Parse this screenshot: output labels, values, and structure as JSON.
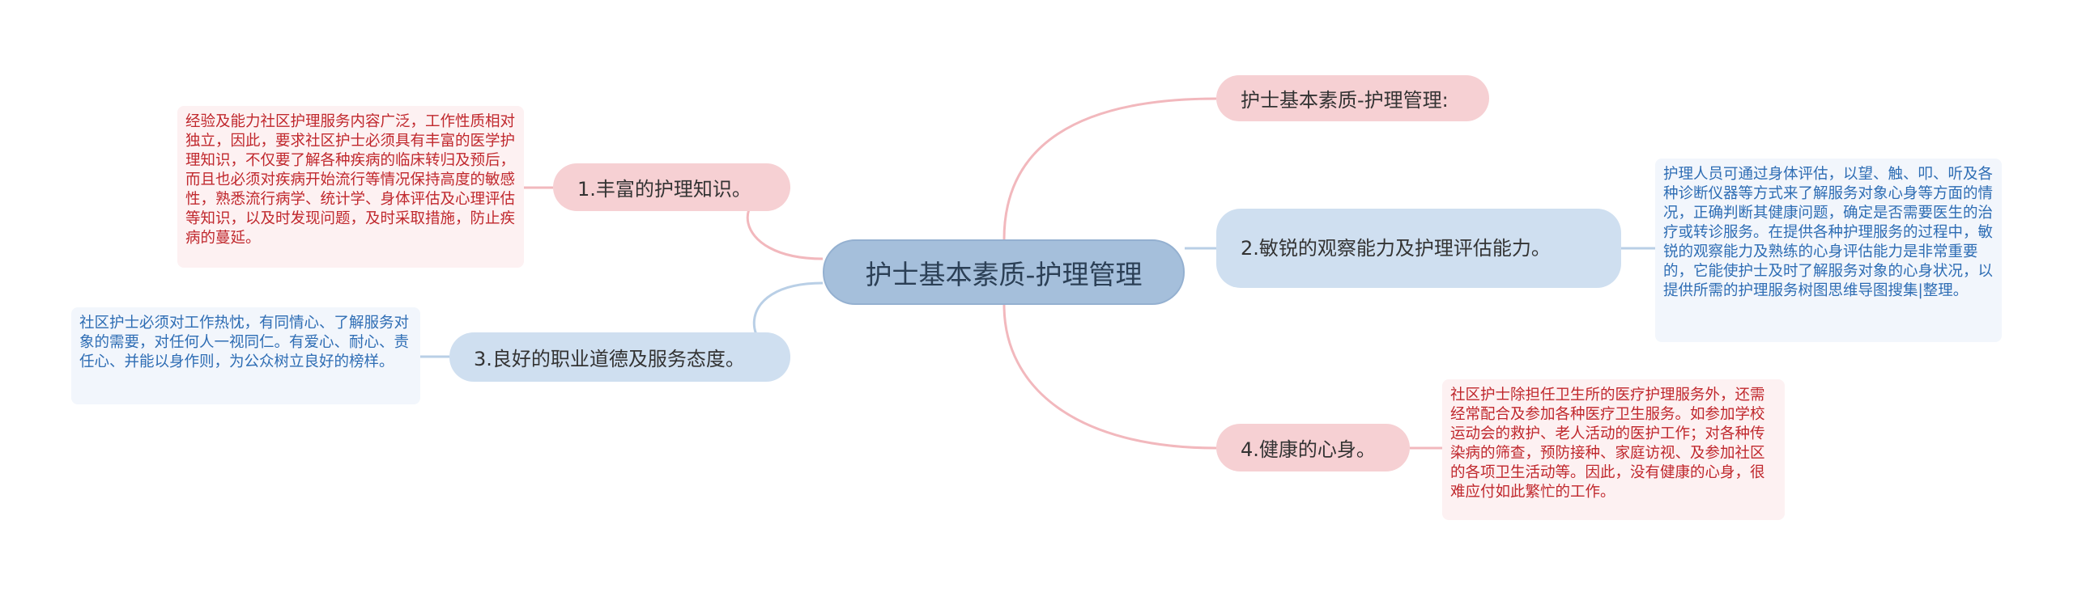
{
  "center": {
    "label": "护士基本素质-护理管理"
  },
  "branches": [
    {
      "label": "护士基本素质-护理管理:"
    },
    {
      "label": "2.敏锐的观察能力及护理评估能力。",
      "note": "护理人员可通过身体评估，以望、触、叩、听及各种诊断仪器等方式来了解服务对象心身等方面的情况，正确判断其健康问题，确定是否需要医生的治疗或转诊服务。在提供各种护理服务的过程中，敏锐的观察能力及熟练的心身评估能力是非常重要的，它能使护士及时了解服务对象的心身状况，以提供所需的护理服务树图思维导图搜集|整理。"
    },
    {
      "label": "4.健康的心身。",
      "note": "社区护士除担任卫生所的医疗护理服务外，还需经常配合及参加各种医疗卫生服务。如参加学校运动会的救护、老人活动的医护工作；对各种传染病的筛查，预防接种、家庭访视、及参加社区的各项卫生活动等。因此，没有健康的心身，很难应付如此繁忙的工作。"
    },
    {
      "label": "1.丰富的护理知识。",
      "note": "经验及能力社区护理服务内容广泛，工作性质相对独立，因此，要求社区护士必须具有丰富的医学护理知识，不仅要了解各种疾病的临床转归及预后，而且也必须对疾病开始流行等情况保持高度的敏感性，熟悉流行病学、统计学、身体评估及心理评估等知识，以及时发现问题，及时采取措施，防止疾病的蔓延。"
    },
    {
      "label": "3.良好的职业道德及服务态度。",
      "note": "社区护士必须对工作热忱，有同情心、了解服务对象的需要，对任何人一视同仁。有爱心、耐心、责任心、并能以身作则，为公众树立良好的榜样。"
    }
  ],
  "colors": {
    "pink_line": "#f2b8bd",
    "blue_line": "#b9cfe6"
  }
}
